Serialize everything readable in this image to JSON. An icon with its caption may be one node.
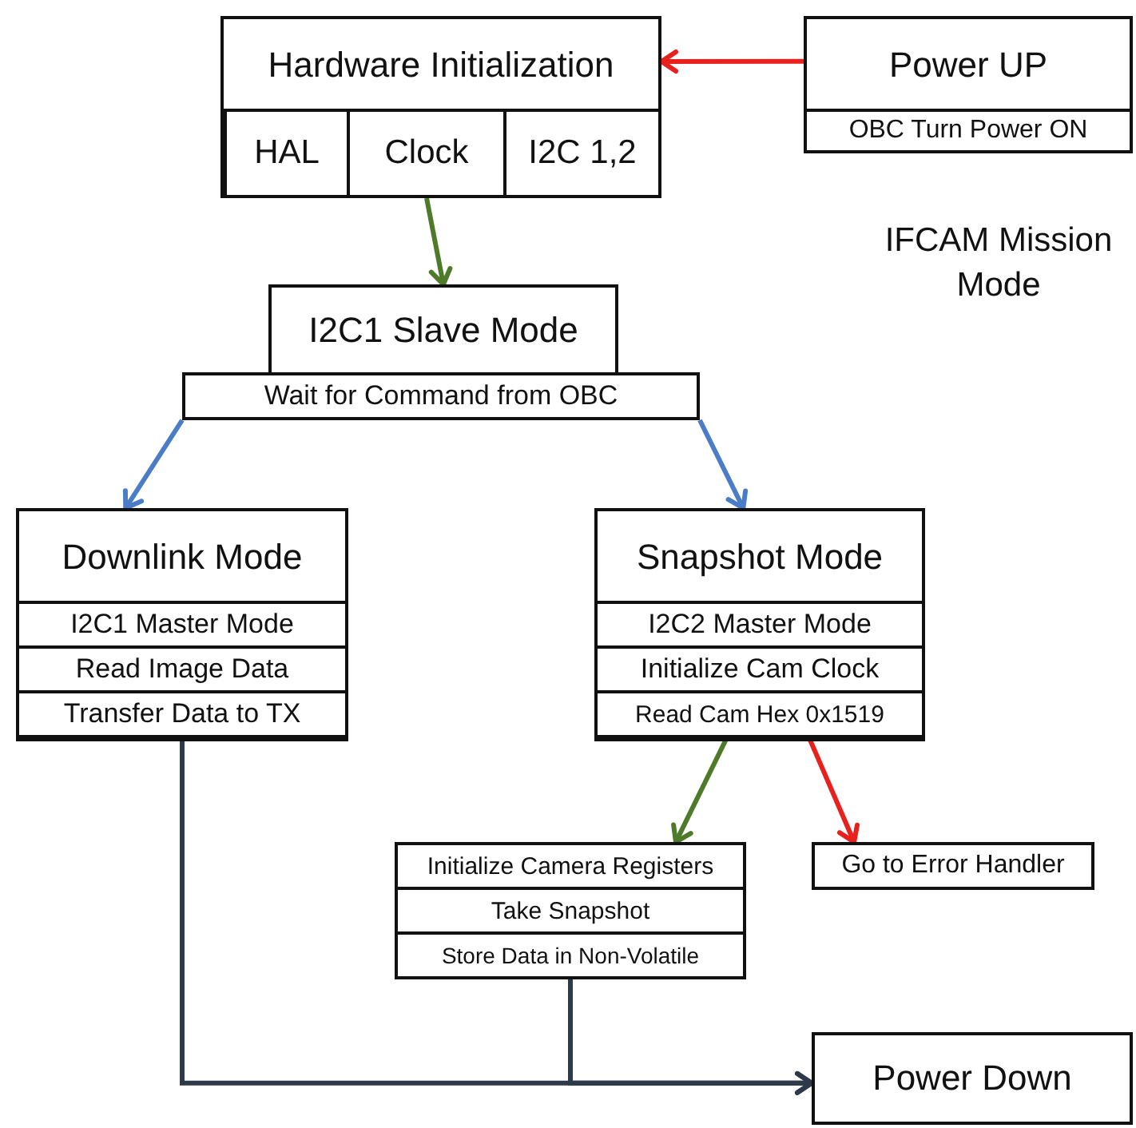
{
  "diagram": {
    "nodes": [
      {
        "text": [
          "Hardware Initialization"
        ]
      },
      {
        "text": [
          "HAL"
        ],
        "in": 0
      },
      {
        "text": [
          "Clock"
        ],
        "in": 0
      },
      {
        "text": [
          "I2C 1,2"
        ],
        "in": 0
      },
      {
        "text": [
          "Power UP"
        ]
      },
      {
        "text": [
          "OBC Turn Power ON"
        ],
        "in": 4
      },
      {
        "text": [
          "I2C1 Slave Mode"
        ]
      },
      {
        "text": [
          "Wait for Command from OBC"
        ]
      },
      {
        "text": [
          "Downlink Mode"
        ]
      },
      {
        "text": [
          "I2C1 Master Mode"
        ],
        "in": 8
      },
      {
        "text": [
          "Read Image Data"
        ],
        "in": 8
      },
      {
        "text": [
          "Transfer Data to TX"
        ],
        "in": 8
      },
      {
        "text": [
          "Snapshot Mode"
        ]
      },
      {
        "text": [
          "I2C2 Master Mode"
        ],
        "in": 12
      },
      {
        "text": [
          "Initialize Cam Clock"
        ],
        "in": 12
      },
      {
        "text": [
          "Read Cam Hex 0x1519"
        ],
        "in": 12
      },
      {
        "text": [
          "Initialize Camera Registers"
        ]
      },
      {
        "text": [
          "Take Snapshot"
        ]
      },
      {
        "text": [
          "Store Data in Non-Volatile"
        ]
      },
      {
        "text": [
          "Go to Error Handler"
        ]
      },
      {
        "text": [
          "Power Down"
        ]
      }
    ],
    "edges": [
      {
        "from": 4,
        "to": 0,
        "arrow": "to",
        "color": "#e8201e"
      },
      {
        "from": 2,
        "to": 6,
        "arrow": "to",
        "color": "#4e7a2a"
      },
      {
        "from": 7,
        "to": 8,
        "arrow": "to",
        "color": "#4a7cc7"
      },
      {
        "from": 7,
        "to": 12,
        "arrow": "to",
        "color": "#4a7cc7"
      },
      {
        "from": 15,
        "to": 16,
        "arrow": "to",
        "color": "#4e7a2a"
      },
      {
        "from": 15,
        "to": 19,
        "arrow": "to",
        "color": "#e8201e"
      },
      {
        "from": 11,
        "to": 20,
        "arrow": "to",
        "color": "#2e3a4a"
      },
      {
        "from": 18,
        "to": 20,
        "arrow": "to",
        "color": "#2e3a4a"
      }
    ],
    "labels": [
      "IFCAM Mission Mode"
    ]
  }
}
